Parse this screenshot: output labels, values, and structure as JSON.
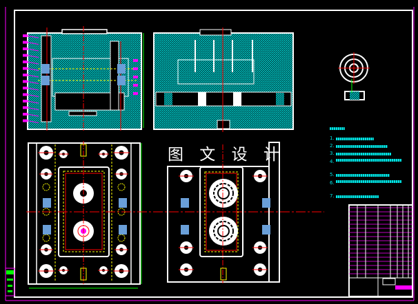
{
  "watermark": "图 文 设 计",
  "requirements": {
    "items": [
      {
        "number": "1."
      },
      {
        "number": "2."
      },
      {
        "number": "3."
      },
      {
        "number": "4."
      },
      {
        "number": "5."
      },
      {
        "number": "6."
      },
      {
        "number": "7."
      }
    ]
  },
  "colors": {
    "background": "#000000",
    "frame": "#ffffff",
    "hatch": "#00e5e5",
    "centerline": "#ff0000",
    "dimension": "#00ff00",
    "leader": "#ff00ff",
    "hidden": "#ffff00",
    "screw": "#6a9fd8"
  }
}
